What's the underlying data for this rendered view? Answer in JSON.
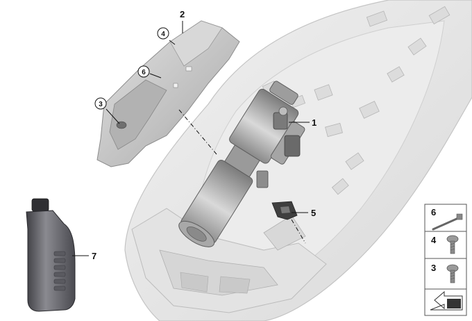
{
  "diagram": {
    "callouts": {
      "part_1": "1",
      "part_2": "2",
      "part_3": "3",
      "part_4": "4",
      "part_5": "5",
      "part_6": "6",
      "part_7": "7"
    },
    "legend": {
      "items": [
        "6",
        "4",
        "3"
      ]
    },
    "colors": {
      "housing": "#e8e8e8",
      "housing_edge": "#bdbdbd",
      "shield": "#cfcfcf",
      "shield_dark": "#9a9a9a",
      "motor": "#b9b9b9",
      "motor_dark": "#7d7d7d",
      "bottle": "#6e6e72",
      "bottle_dark": "#3e3e42",
      "leader": "#111111"
    }
  }
}
